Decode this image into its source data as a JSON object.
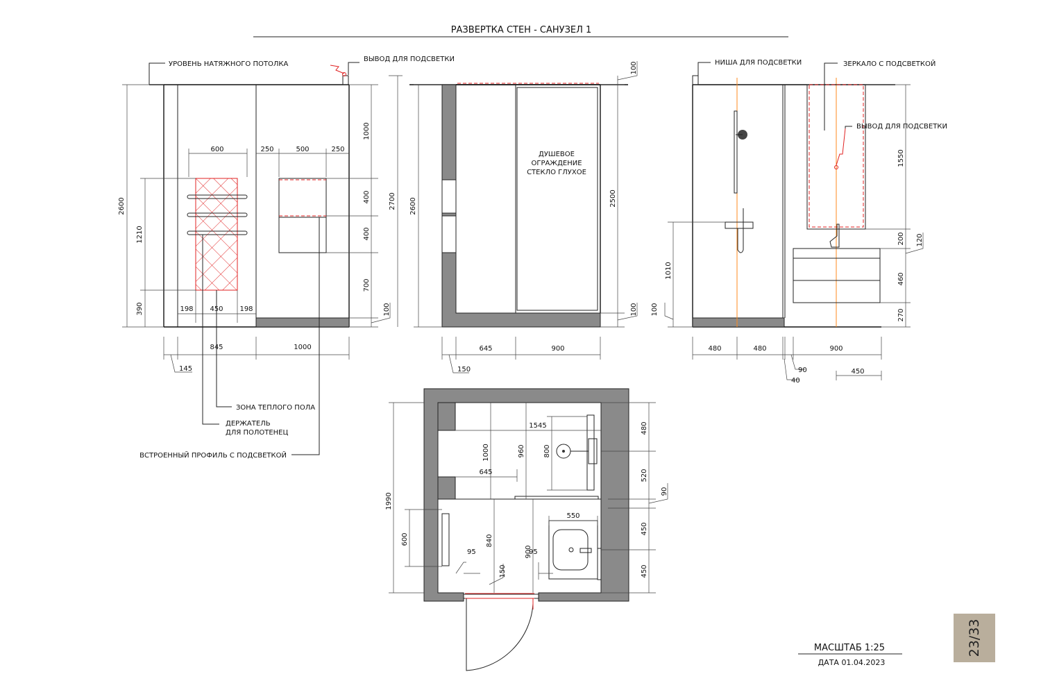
{
  "title": "РАЗВЕРТКА СТЕН - САНУЗЕЛ 1",
  "labels": {
    "ceiling_level": "УРОВЕНЬ НАТЯЖНОГО ПОТОЛКА",
    "light_outlet": "ВЫВОД ДЛЯ ПОДСВЕТКИ",
    "niche_light": "НИША ДЛЯ ПОДСВЕТКИ",
    "mirror_light": "ЗЕРКАЛО С ПОДСВЕТКОЙ",
    "light_outlet_2": "ВЫВОД ДЛЯ ПОДСВЕТКИ",
    "shower_line1": "ДУШЕВОЕ",
    "shower_line2": "ОГРАЖДЕНИЕ",
    "shower_line3": "СТЕКЛО ГЛУХОЕ",
    "warm_floor": "ЗОНА ТЕПЛОГО ПОЛА",
    "towel_line1": "ДЕРЖАТЕЛЬ",
    "towel_line2": "ДЛЯ ПОЛОТЕНЕЦ",
    "profile_light": "ВСТРОЕННЫЙ ПРОФИЛЬ С ПОДСВЕТКОЙ"
  },
  "dimensions": {
    "e1": {
      "d600": "600",
      "d250a": "250",
      "d500": "500",
      "d250b": "250",
      "d2600": "2600",
      "d1210": "1210",
      "d390": "390",
      "d198a": "198",
      "d450": "450",
      "d198b": "198",
      "d1000v": "1000",
      "d400a": "400",
      "d400b": "400",
      "d700": "700",
      "d100": "100",
      "d2700": "2700",
      "d845": "845",
      "d1000h": "1000",
      "d145": "145"
    },
    "e2": {
      "d2600": "2600",
      "d100a": "100",
      "d2500": "2500",
      "d100b": "100",
      "d645": "645",
      "d900": "900",
      "d150": "150"
    },
    "e3": {
      "d1010": "1010",
      "d100": "100",
      "d1550": "1550",
      "d200": "200",
      "d120": "120",
      "d460": "460",
      "d270": "270",
      "d480a": "480",
      "d480b": "480",
      "d900": "900",
      "d90": "90",
      "d40": "40",
      "d450": "450"
    },
    "plan": {
      "d1545": "1545",
      "d1000": "1000",
      "d960": "960",
      "d800": "800",
      "d645": "645",
      "d1990": "1990",
      "d480": "480",
      "d520": "520",
      "d90": "90",
      "d550": "550",
      "d450a": "450",
      "d450b": "450",
      "d600": "600",
      "d840": "840",
      "d900": "900",
      "d95a": "95",
      "d95b": "95",
      "d150": "150"
    }
  },
  "scale": "МАСШТАБ 1:25",
  "date": "ДАТА 01.04.2023",
  "page": "23/33",
  "colors": {
    "wall": "#8a8a8a",
    "heating": "#e02020",
    "light_axis": "#ff8a1c",
    "badge": "#b9ae9c"
  }
}
